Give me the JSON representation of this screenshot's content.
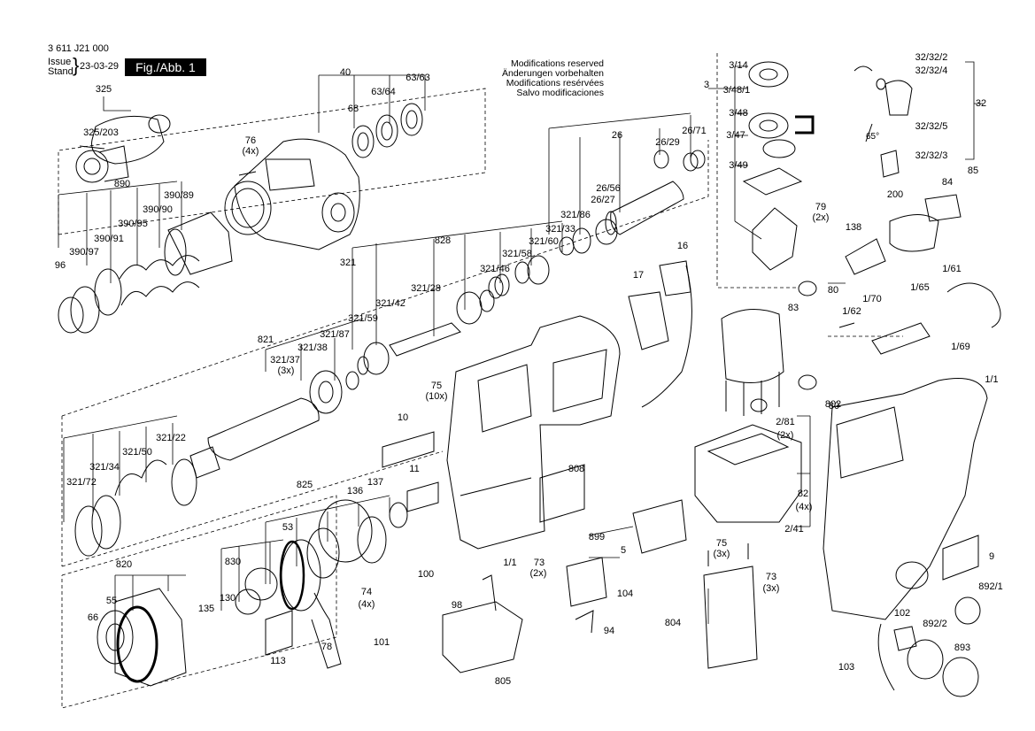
{
  "header": {
    "doc_number": "3 611 J21 000",
    "issue_label_1": "Issue",
    "issue_label_2": "Stand",
    "issue_date": "23-03-29",
    "figure_label": "Fig./Abb. 1"
  },
  "modifications": [
    "Modifications reserved",
    "Änderungen vorbehalten",
    "Modifications resérvées",
    "Salvo modificaciones"
  ],
  "angle_label": "65°",
  "labels": [
    "325",
    "325/203",
    "40",
    "63/63",
    "63/64",
    "68",
    "76",
    "(4x)",
    "890",
    "390/89",
    "390/90",
    "390/95",
    "390/91",
    "390/97",
    "96",
    "26",
    "26/71",
    "26/29",
    "26/56",
    "26/27",
    "321/86",
    "321/33",
    "321/60",
    "321/58",
    "321/46",
    "828",
    "321/28",
    "321/42",
    "321/59",
    "321",
    "321/87",
    "321/38",
    "821",
    "321/37",
    "(3x)",
    "75",
    "(10x)",
    "321/22",
    "321/50",
    "321/34",
    "321/72",
    "10",
    "11",
    "825",
    "137",
    "136",
    "53",
    "830",
    "130",
    "135",
    "113",
    "78",
    "74",
    "(4x)",
    "101",
    "100",
    "1/1",
    "808",
    "820",
    "55",
    "66",
    "17",
    "16",
    "3/14",
    "3",
    "3/48/1",
    "3/48",
    "3/47",
    "3/49",
    "79",
    "(2x)",
    "80",
    "83",
    "80",
    "2/81",
    "(2x)",
    "802",
    "82",
    "(4x)",
    "2/41",
    "32/32/2",
    "32/32/4",
    "32",
    "32/32/5",
    "32/32/3",
    "85",
    "84",
    "200",
    "138",
    "1/61",
    "1/65",
    "1/70",
    "1/62",
    "1/69",
    "1/1",
    "9",
    "892/1",
    "102",
    "892/2",
    "893",
    "103",
    "899",
    "5",
    "73",
    "(2x)",
    "104",
    "98",
    "94",
    "805",
    "75",
    "(3x)",
    "73",
    "(3x)",
    "804"
  ]
}
